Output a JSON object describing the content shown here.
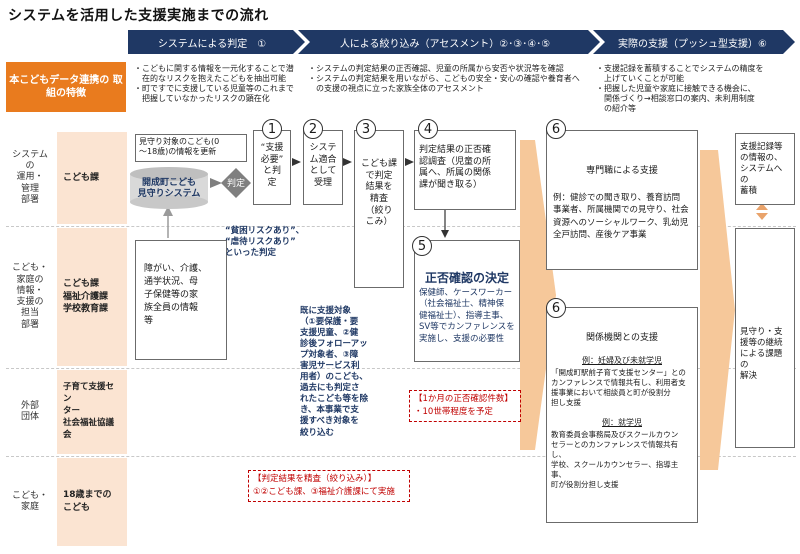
{
  "title": "システムを活用した支援実施までの流れ",
  "phases": [
    {
      "label": "システムによる判定　①"
    },
    {
      "label": "人による絞り込み（アセスメント）②･③･④･⑤"
    },
    {
      "label": "実際の支援（プッシュ型支援）⑥"
    }
  ],
  "features": {
    "label": "本こどもデータ連携の\n取組の特徴",
    "col1": "・こどもに関する情報を一元化することで潜\n　在的なリスクを抱えたこどもを抽出可能\n・町ですでに支援している児童等のこれまで\n　把握していなかったリスクの顕在化",
    "col2": "・システムの判定結果の正否確認、児童の所属から安否や状況等を確認\n・システムの判定結果を用いながら、こどもの安全・安心の確認や養育者へ\n　の支援の視点に立った家族全体のアセスメント",
    "col3": "・支援記録を蓄積することでシステムの精度を\n　上げていくことが可能\n・把握した児童や家庭に接触できる機会に、\n　関係づくり→相談窓口の案内、未利用制度\n　の紹介等"
  },
  "rows": [
    {
      "label": "システム\nの\n運用・\n管理\n部署",
      "org": "こども課"
    },
    {
      "label": "こども・\n家庭の\n情報・\n支援の\n担当\n部署",
      "org": "こども課\n福祉介護課\n学校教育課"
    },
    {
      "label": "外部\n団体",
      "org": "子育て支援セン\nター\n社会福祉協議\n会"
    },
    {
      "label": "こども・\n家庭",
      "org": "18歳までの\nこども"
    }
  ],
  "system": {
    "target_info": "見守り対象のこども(0\n〜18歳)の情報を更新",
    "db_label": "開成町こども\n見守りシステム",
    "judge_label": "判定",
    "dept_info": "障がい、介護、\n通学状況、母\n子保健等の家\n族全員の情報\n等",
    "risk_text": "“貧困リスクあり”、\n“虐待リスクあり”\nといった判定"
  },
  "steps": {
    "s1": {
      "num": "1",
      "text": "“支援\n必要”\nと判\n定"
    },
    "s2": {
      "num": "2",
      "text": "システ\nム適合\nとして\n受理"
    },
    "s3": {
      "num": "3",
      "text": "こども課\nで判定\n結果を\n精査\n（絞り\nこみ）"
    },
    "s4": {
      "num": "4",
      "text": "判定結果の正否確\n認調査（児童の所\n属へ、所属の関係\n課が聞き取る）"
    },
    "s5": {
      "num": "5",
      "title": "正否確認の決定",
      "text": "保健師、ケースワーカー\n（社会福祉士、精神保\n健福祉士）、指導主事、\nSV等でカンファレンスを\n実施し、支援の必要性"
    },
    "s6a": {
      "num": "6",
      "title": "専門職による支援",
      "text": "例：健診での聞き取り、養育訪問\n事業者、所属機関での見守り、社会\n資源へのソーシャルワーク、乳幼児\n全戸訪問、産後ケア事業"
    },
    "s6b": {
      "num": "6",
      "title": "関係機関との支援",
      "ex1": "例：妊婦及び未就学児",
      "text1": "「開成町駅前子育て支援センター」との\nカンファレンスで情報共有し、利用者支\n援事業において相談員と町が役割分\n担し支援",
      "ex2": "例：就学児",
      "text2": "教育委員会事務局及びスクールカウン\nセラーとのカンファレンスで情報共有し、\n学校、スクールカウンセラー、指導主事、\n町が役割分担し支援"
    }
  },
  "notes": {
    "excluded": "既に支援対象\n（①要保護・要\n支援児童、②健\n診後フォローアッ\nプ対象者、③障\n害児サービス利\n用者）のこども、\n過去にも判定さ\nれたこども等を除\nき、本事業で支\n援すべき対象を\n絞り込む",
    "monthly1": "【1か月の正否確認件数】",
    "monthly2": "・10世帯程度を予定",
    "refine1": "【判定結果を精査（絞り込み）】",
    "refine2": "①②こども課、③福祉介護課にて実施"
  },
  "right": {
    "record": "支援記録等\nの情報の、\nシステムへの\n蓄積",
    "continuous": "見守り・支\n援等の継続\nによる課題の\n解決"
  },
  "colors": {
    "navy": "#1f3864",
    "orange": "#e97b1e",
    "peach": "#fbe4d2",
    "arrow": "#f6c89a",
    "red": "#c00000"
  }
}
